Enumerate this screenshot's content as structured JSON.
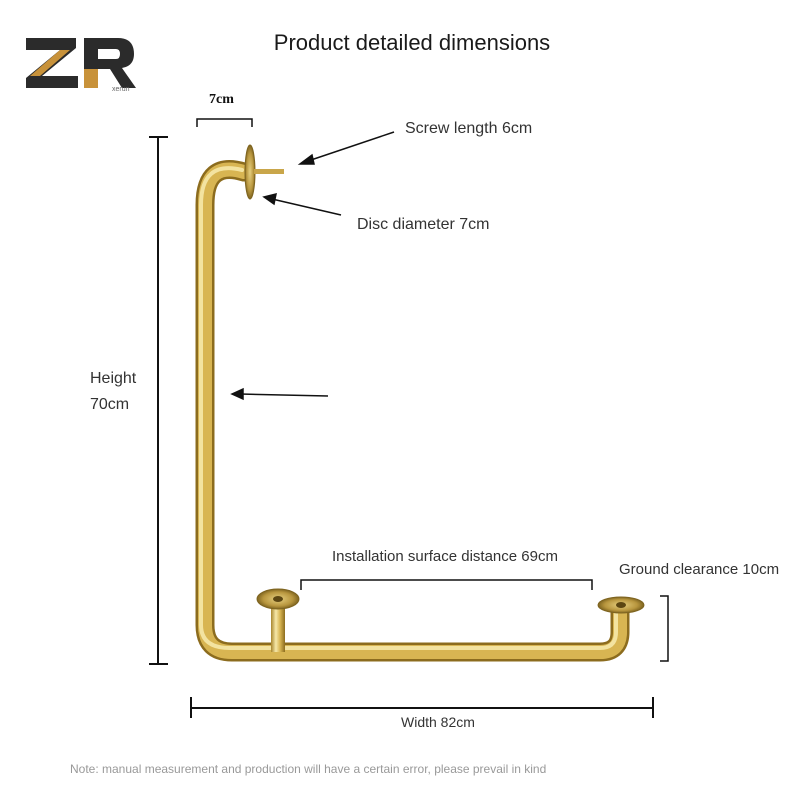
{
  "header": {
    "logo_letters": "ZR",
    "logo_subtext": "xerun",
    "title": "Product detailed dimensions"
  },
  "labels": {
    "top_width": "7cm",
    "screw_length": "Screw length 6cm",
    "disc_diameter": "Disc diameter 7cm",
    "height_line1": "Height",
    "height_line2": "70cm",
    "installation_distance": "Installation surface distance 69cm",
    "ground_clearance": "Ground clearance 10cm",
    "width": "Width 82cm"
  },
  "footer": {
    "note": "Note: manual measurement and production will have a certain error, please prevail in kind"
  },
  "colors": {
    "brass_light": "#f3e3a0",
    "brass_mid": "#d4b050",
    "brass_dark": "#9a7a25",
    "logo_dark": "#2b2b2b",
    "logo_gold": "#c8923a"
  }
}
